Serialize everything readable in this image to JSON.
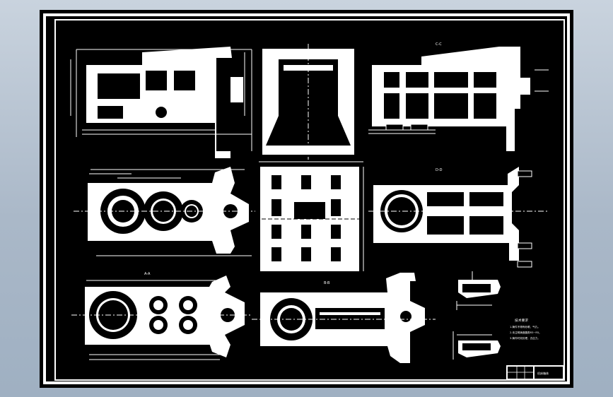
{
  "drawing": {
    "colors": {
      "background": "#000000",
      "line": "#ffffff",
      "page": "#aab8c8"
    },
    "view_labels": {
      "section_c": "C-C",
      "section_d": "D-D",
      "section_a": "A-A",
      "section_b": "B-B"
    },
    "notes": {
      "heading": "技术要求",
      "items": [
        "1.铸件不得有砂眼、气孔。",
        "2.未注明铸造圆角R3~R5。",
        "3.铸件时效处理，去应力。"
      ]
    },
    "title_block": {
      "part_name": "机床箱体"
    }
  }
}
